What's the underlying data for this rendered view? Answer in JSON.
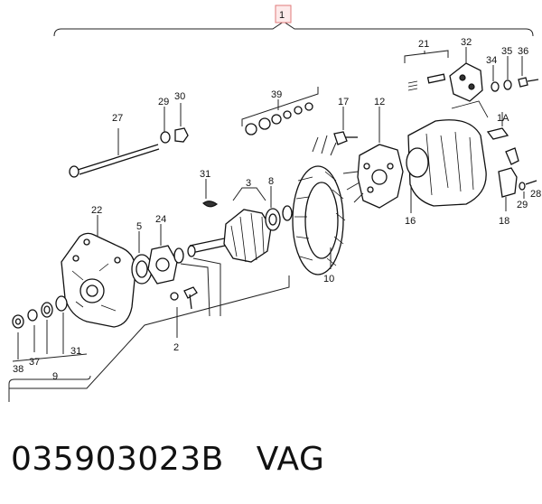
{
  "diagram": {
    "callout_main": "1",
    "labels": {
      "l1a": "1A",
      "l2": "2",
      "l3": "3",
      "l5": "5",
      "l8": "8",
      "l9": "9",
      "l10": "10",
      "l12": "12",
      "l16": "16",
      "l17": "17",
      "l18": "18",
      "l21": "21",
      "l22": "22",
      "l24": "24",
      "l27": "27",
      "l28": "28",
      "l29a": "29",
      "l29b": "29",
      "l30": "30",
      "l31a": "31",
      "l31b": "31",
      "l32": "32",
      "l34": "34",
      "l35": "35",
      "l36": "36",
      "l37": "37",
      "l38": "38",
      "l39": "39"
    }
  },
  "footer": {
    "part_number": "035903023B",
    "brand": "VAG"
  }
}
